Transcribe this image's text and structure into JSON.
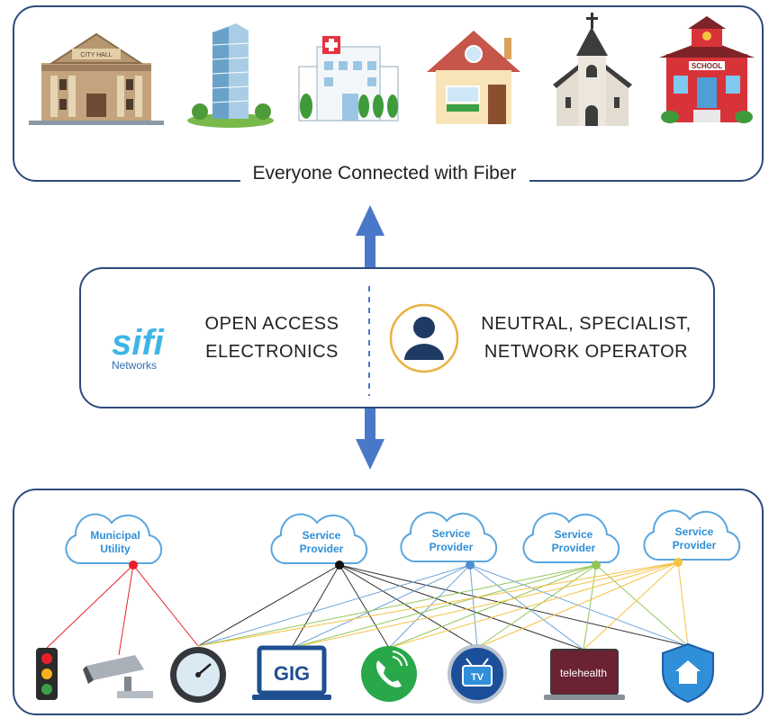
{
  "top": {
    "caption": "Everyone Connected with Fiber"
  },
  "middle": {
    "logo_primary": "sifi",
    "logo_secondary": "Networks",
    "left_label": [
      "OPEN ACCESS",
      "ELECTRONICS"
    ],
    "right_label": [
      "NEUTRAL, SPECIALIST,",
      "NETWORK  OPERATOR"
    ]
  },
  "bottom": {
    "clouds": [
      {
        "label": [
          "Municipal",
          "Utility"
        ],
        "dot_color": "#e8202a"
      },
      {
        "label": [
          "Service",
          "Provider"
        ],
        "dot_color": "#111111"
      },
      {
        "label": [
          "Service",
          "Provider"
        ],
        "dot_color": "#4a90d0"
      },
      {
        "label": [
          "Service",
          "Provider"
        ],
        "dot_color": "#93c65a"
      },
      {
        "label": [
          "Service",
          "Provider"
        ],
        "dot_color": "#f5c243"
      }
    ],
    "gig_label": "GIG",
    "tv_label": "TV",
    "telehealth_label": "telehealth"
  },
  "icons": [
    "city-hall-icon",
    "office-tower-icon",
    "hospital-icon",
    "house-icon",
    "church-icon",
    "school-icon",
    "traffic-light-icon",
    "security-camera-icon",
    "utility-meter-icon",
    "laptop-gig-icon",
    "phone-icon",
    "tv-icon",
    "telehealth-laptop-icon",
    "home-shield-icon"
  ]
}
